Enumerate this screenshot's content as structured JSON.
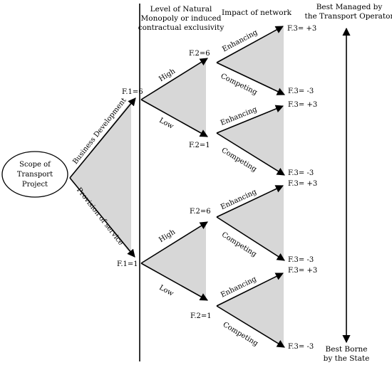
{
  "origin": {
    "lines": [
      "Scope of",
      "Transport",
      "Project"
    ]
  },
  "headers": {
    "level": [
      "Level of Natural",
      "Monopoly or induced",
      "contractual exclusivity"
    ],
    "impact": "Impact of network",
    "best_managed": [
      "Best Managed by",
      "the Transport Operator"
    ],
    "best_borne": [
      "Best Borne",
      "by the State"
    ]
  },
  "branches": {
    "business_development": "Business Development",
    "provision_of_service": "Provision of service",
    "high": "High",
    "low": "Low",
    "enhancing": "Enhancing",
    "competing": "Competing"
  },
  "factors": {
    "f1_high": "F.1=6",
    "f1_low": "F.1=1",
    "f2_high": "F.2=6",
    "f2_low": "F.2=1",
    "f3_plus": "F.3= +3",
    "f3_minus": "F.3= -3"
  },
  "colors": {
    "shade": "#d7d7d7",
    "line": "#000000"
  }
}
